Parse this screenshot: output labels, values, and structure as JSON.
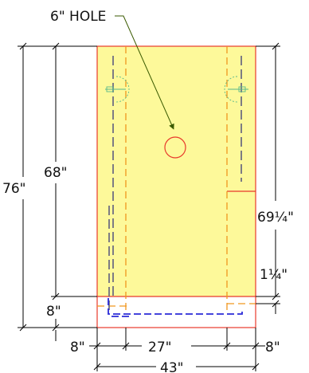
{
  "labels": {
    "hole": "6\" HOLE",
    "height_total": "76\"",
    "height_upper": "68\"",
    "height_bottom": "8\"",
    "height_right": "69¼\"",
    "offset_right": "1¼\"",
    "width_left": "8\"",
    "width_middle": "27\"",
    "width_right": "8\"",
    "width_total": "43\""
  },
  "colors": {
    "panel_fill": "#fdf99a",
    "outline": "#e8392b",
    "dim_line": "#000000",
    "hidden_orange": "#f0961e",
    "hidden_gray": "#6f6f82",
    "hidden_blue": "#2a2ad8",
    "hinge_green": "#58b88b",
    "leader": "#3a5a00"
  }
}
